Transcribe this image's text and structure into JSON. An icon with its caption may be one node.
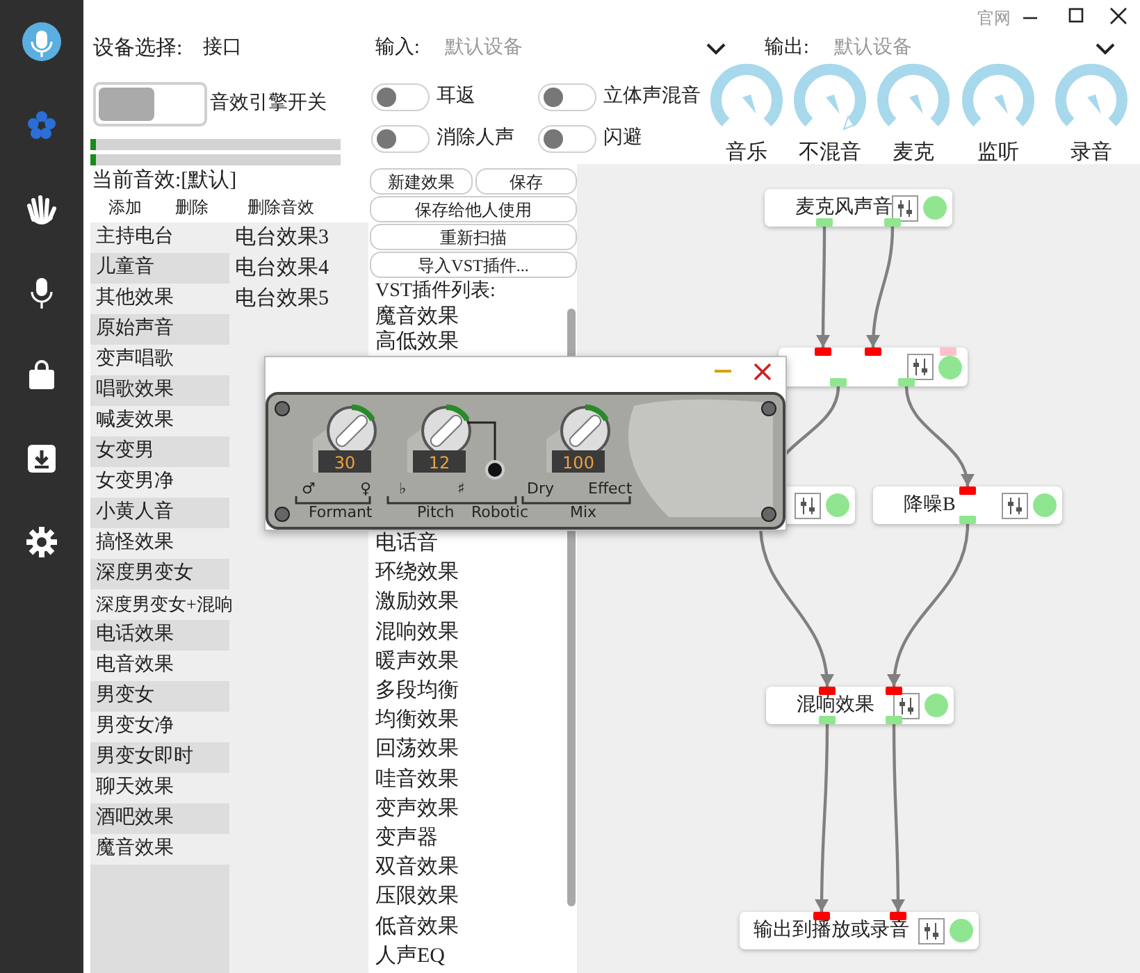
{
  "diagram": {
    "nodes": [
      {
        "text": [
          "麦克风声音"
        ]
      },
      {
        "text": [],
        "shape": "box"
      },
      {
        "text": [],
        "shape": "box"
      },
      {
        "text": [
          "降噪B"
        ]
      },
      {
        "text": [
          "混响效果"
        ]
      },
      {
        "text": [
          "输出到播放或录音"
        ]
      }
    ],
    "edges": [
      {
        "from": 0,
        "to": 1,
        "arrow": "to"
      },
      {
        "from": 0,
        "to": 1,
        "arrow": "to"
      },
      {
        "from": 1,
        "to": 2,
        "arrow": "to"
      },
      {
        "from": 1,
        "to": 3,
        "arrow": "to"
      },
      {
        "from": 2,
        "to": 4,
        "arrow": "to"
      },
      {
        "from": 3,
        "to": 4,
        "arrow": "to"
      },
      {
        "from": 4,
        "to": 5,
        "arrow": "to"
      },
      {
        "from": 4,
        "to": 5,
        "arrow": "to"
      }
    ],
    "labels": [
      "官网",
      "设备选择:",
      "接口",
      "输入:",
      "默认设备",
      "输出:",
      "默认设备",
      "音效引擎开关",
      "耳返",
      "立体声混音",
      "消除人声",
      "闪避",
      "音乐",
      "不混音",
      "麦克",
      "监听",
      "录音",
      "当前音效:[默认]",
      "添加",
      "删除",
      "删除音效",
      "主持电台",
      "儿童音",
      "其他效果",
      "原始声音",
      "变声唱歌",
      "唱歌效果",
      "喊麦效果",
      "女变男",
      "女变男净",
      "小黄人音",
      "搞怪效果",
      "深度男变女",
      "深度男变女+混响",
      "电话效果",
      "电音效果",
      "男变女",
      "男变女净",
      "男变女即时",
      "聊天效果",
      "酒吧效果",
      "魔音效果",
      "电台效果3",
      "电台效果4",
      "电台效果5",
      "新建效果",
      "保存",
      "保存给他人使用",
      "重新扫描",
      "导入VST插件...",
      "VST插件列表:",
      "魔音效果",
      "高低效果",
      "电话音",
      "环绕效果",
      "激励效果",
      "混响效果",
      "暖声效果",
      "多段均衡",
      "均衡效果",
      "回荡效果",
      "哇音效果",
      "变声效果",
      "变声器",
      "双音效果",
      "压限效果",
      "低音效果",
      "人声EQ",
      "30",
      "12",
      "100",
      "♂",
      "♀",
      "♭",
      "♯",
      "Dry",
      "Effect",
      "Formant",
      "Pitch",
      "Robotic",
      "Mix"
    ]
  }
}
